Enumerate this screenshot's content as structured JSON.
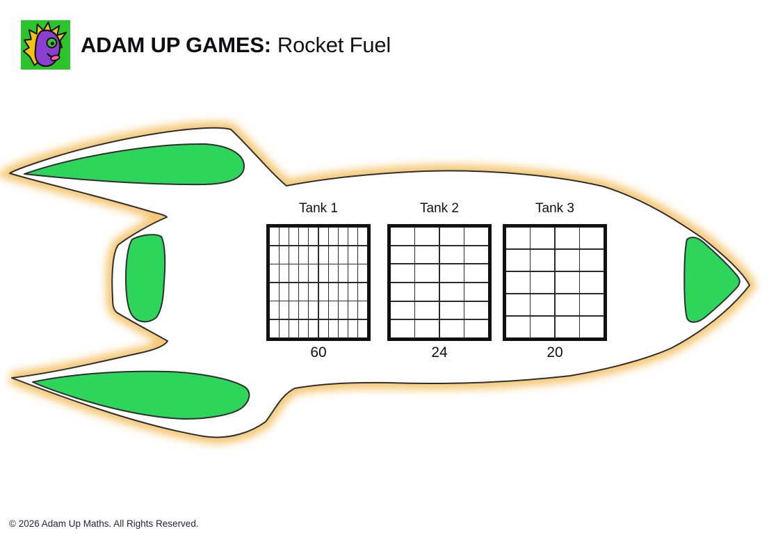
{
  "header": {
    "brand": "ADAM UP GAMES:",
    "title": "Rocket Fuel",
    "logo_icon": "mascot-fish-icon"
  },
  "tanks": [
    {
      "label": "Tank 1",
      "value": "60",
      "cols": 10,
      "rows": 6
    },
    {
      "label": "Tank 2",
      "value": "24",
      "cols": 4,
      "rows": 6
    },
    {
      "label": "Tank 3",
      "value": "20",
      "cols": 4,
      "rows": 5
    }
  ],
  "illustration": {
    "name": "rocket-with-fuel-tanks",
    "fin_panels": 3,
    "nose_window": 1
  },
  "footer": {
    "copyright": "© 2026 Adam Up Maths. All Rights Reserved."
  },
  "colors": {
    "rocket_green": "#2ed55b",
    "glow_orange": "#f4c670",
    "logo_green": "#2cc42c",
    "outline": "#2e2e2e",
    "ink": "#0d0d12",
    "footer_ink": "#23233a"
  }
}
